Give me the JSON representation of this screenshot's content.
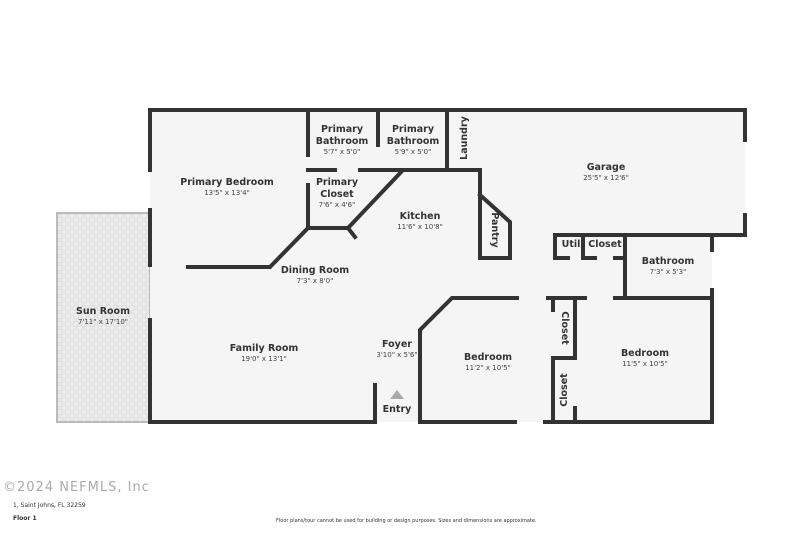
{
  "rooms": [
    {
      "name": "Primary Bedroom",
      "dims": "13'5\" x 13'4\""
    },
    {
      "name": "Primary Bathroom",
      "dims": "5'7\" x 5'0\""
    },
    {
      "name": "Primary Bathroom",
      "dims": "5'9\" x 5'0\""
    },
    {
      "name": "Laundry"
    },
    {
      "name": "Garage",
      "dims": "25'5\" x 12'6\""
    },
    {
      "name": "Primary Closet",
      "dims": "7'6\" x 4'6\""
    },
    {
      "name": "Kitchen",
      "dims": "11'6\" x 10'8\""
    },
    {
      "name": "Pantry"
    },
    {
      "name": "Util"
    },
    {
      "name": "Closet"
    },
    {
      "name": "Bathroom",
      "dims": "7'3\" x 5'3\""
    },
    {
      "name": "Dining Room",
      "dims": "7'3\" x 8'0\""
    },
    {
      "name": "Sun Room",
      "dims": "7'11\" x 17'10\""
    },
    {
      "name": "Family Room",
      "dims": "19'0\" x 13'1\""
    },
    {
      "name": "Foyer",
      "dims": "3'10\" x 5'6\""
    },
    {
      "name": "Bedroom",
      "dims": "11'2\" x 10'5\""
    },
    {
      "name": "Closet"
    },
    {
      "name": "Closet"
    },
    {
      "name": "Bedroom",
      "dims": "11'5\" x 10'5\""
    },
    {
      "name": "Entry"
    }
  ],
  "footer": {
    "address": "1, Saint Johns, FL 32259",
    "floor": "Floor 1",
    "disclaimer": "Floor plans/tour cannot be used for building or design purposes. Sizes and dimensions are approximate.",
    "watermark": "©2024 NEFMLS, Inc"
  },
  "colors": {
    "wall": "#333333",
    "floor": "#f5f5f5",
    "sunroom": "#e4e4e4"
  }
}
